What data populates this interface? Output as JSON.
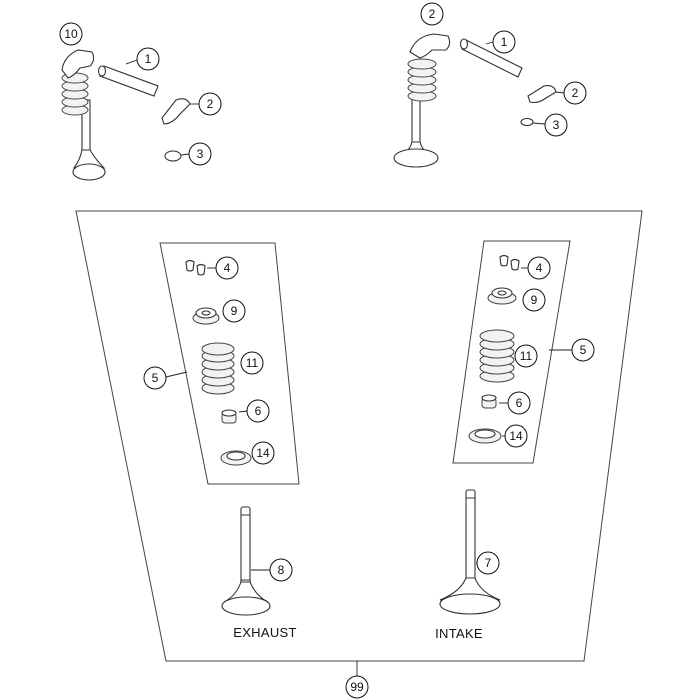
{
  "callouts": {
    "c1": "1",
    "c2": "2",
    "c3": "3",
    "c4": "4",
    "c5": "5",
    "c6": "6",
    "c7": "7",
    "c8": "8",
    "c9": "9",
    "c10": "10",
    "c11": "11",
    "c14": "14",
    "c99": "99"
  },
  "labels": {
    "exhaust": "EXHAUST",
    "intake": "INTAKE"
  },
  "colors": {
    "line": "#333333",
    "fill": "#ffffff",
    "shade": "#f2f2f2"
  }
}
